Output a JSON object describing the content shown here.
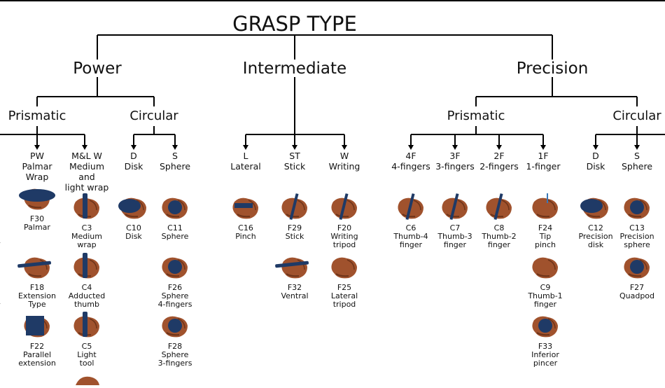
{
  "title": "GRASP TYPE",
  "groups": {
    "power": "Power",
    "intermediate": "Intermediate",
    "precision": "Precision"
  },
  "subgroups": {
    "power_prismatic": "Prismatic",
    "power_circular": "Circular",
    "precision_prismatic": "Prismatic",
    "precision_circular": "Circular"
  },
  "codes": {
    "pw": [
      "PW",
      "Palmar",
      "Wrap"
    ],
    "mlw": [
      "M&L W",
      "Medium",
      "and",
      "light wrap"
    ],
    "pc_d": [
      "D",
      "Disk"
    ],
    "pc_s": [
      "S",
      "Sphere"
    ],
    "l": [
      "L",
      "Lateral"
    ],
    "st": [
      "ST",
      "Stick"
    ],
    "w": [
      "W",
      "Writing"
    ],
    "f4": [
      "4F",
      "4-fingers"
    ],
    "f3": [
      "3F",
      "3-fingers"
    ],
    "f2": [
      "2F",
      "2-fingers"
    ],
    "f1": [
      "1F",
      "1-finger"
    ],
    "rc_d": [
      "D",
      "Disk"
    ],
    "rc_s": [
      "S",
      "Sphere"
    ]
  },
  "grasps": {
    "f30": [
      "F30",
      "Palmar"
    ],
    "f18": [
      "F18",
      "Extension",
      "Type"
    ],
    "f22": [
      "F22",
      "Parallel",
      "extension"
    ],
    "c3": [
      "C3",
      "Medium",
      "wrap"
    ],
    "c4": [
      "C4",
      "Adducted",
      "thumb"
    ],
    "c5": [
      "C5",
      "Light",
      "tool"
    ],
    "c10": [
      "C10",
      "Disk"
    ],
    "c11": [
      "C11",
      "Sphere"
    ],
    "f26": [
      "F26",
      "Sphere",
      "4-fingers"
    ],
    "f28": [
      "F28",
      "Sphere",
      "3-fingers"
    ],
    "c16": [
      "C16",
      "Pinch"
    ],
    "f29": [
      "F29",
      "Stick"
    ],
    "f32": [
      "F32",
      "Ventral"
    ],
    "f20": [
      "F20",
      "Writing",
      "tripod"
    ],
    "f25": [
      "F25",
      "Lateral",
      "tripod"
    ],
    "c6": [
      "C6",
      "Thumb-4",
      "finger"
    ],
    "c7": [
      "C7",
      "Thumb-3",
      "finger"
    ],
    "c8": [
      "C8",
      "Thumb-2",
      "finger"
    ],
    "f24": [
      "F24",
      "Tip",
      "pinch"
    ],
    "c9": [
      "C9",
      "Thumb-1",
      "finger"
    ],
    "f33": [
      "F33",
      "Inferior",
      "pincer"
    ],
    "c12": [
      "C12",
      "Precision",
      "disk"
    ],
    "c13": [
      "C13",
      "Precision",
      "sphere"
    ],
    "f27": [
      "F27",
      "Quadpod"
    ]
  },
  "partial_left": [
    "r",
    "r"
  ],
  "colors": {
    "skin": "#a0522d",
    "skin_shade": "#6e3419",
    "object": "#1f3a66",
    "line": "#000000"
  }
}
